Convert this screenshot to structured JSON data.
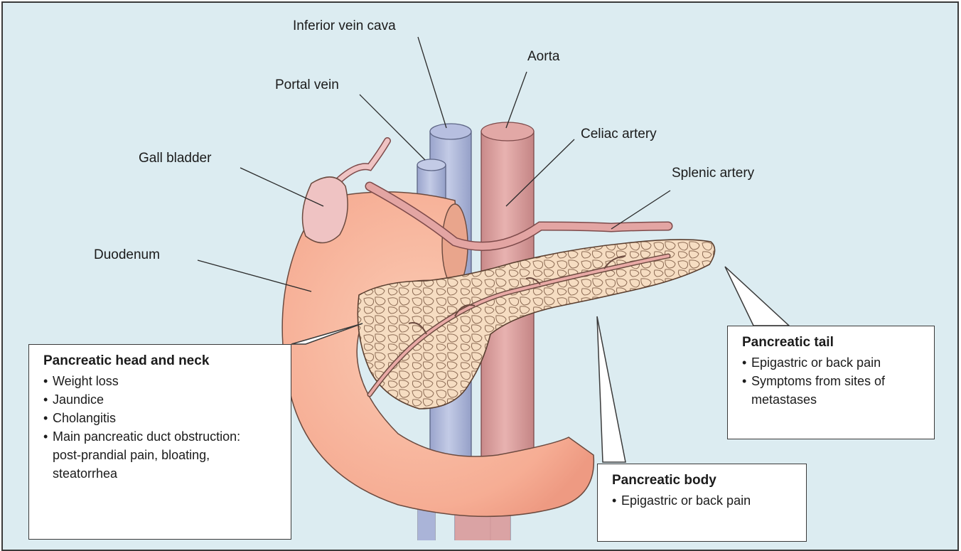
{
  "labels": {
    "inferior_vein_cava": "Inferior vein cava",
    "aorta": "Aorta",
    "portal_vein": "Portal vein",
    "celiac_artery": "Celiac artery",
    "gall_bladder": "Gall bladder",
    "splenic_artery": "Splenic artery",
    "duodenum": "Duodenum"
  },
  "callouts": {
    "head_neck": {
      "title": "Pancreatic head and neck",
      "items": [
        "Weight loss",
        "Jaundice",
        "Cholangitis",
        "Main pancreatic duct obstruction: post-prandial pain, bloating, steatorrhea"
      ]
    },
    "tail": {
      "title": "Pancreatic tail",
      "items": [
        "Epigastric or back pain",
        "Symptoms from sites of metastases"
      ]
    },
    "body": {
      "title": "Pancreatic body",
      "items": [
        "Epigastric or back pain"
      ]
    }
  },
  "colors": {
    "background": "#dcecf1",
    "vein": "#aab4d8",
    "artery": "#dba0a0",
    "duodenum": "#f7b8a0",
    "pancreas": "#f5dcc0",
    "gall_bladder": "#efc3c3"
  }
}
